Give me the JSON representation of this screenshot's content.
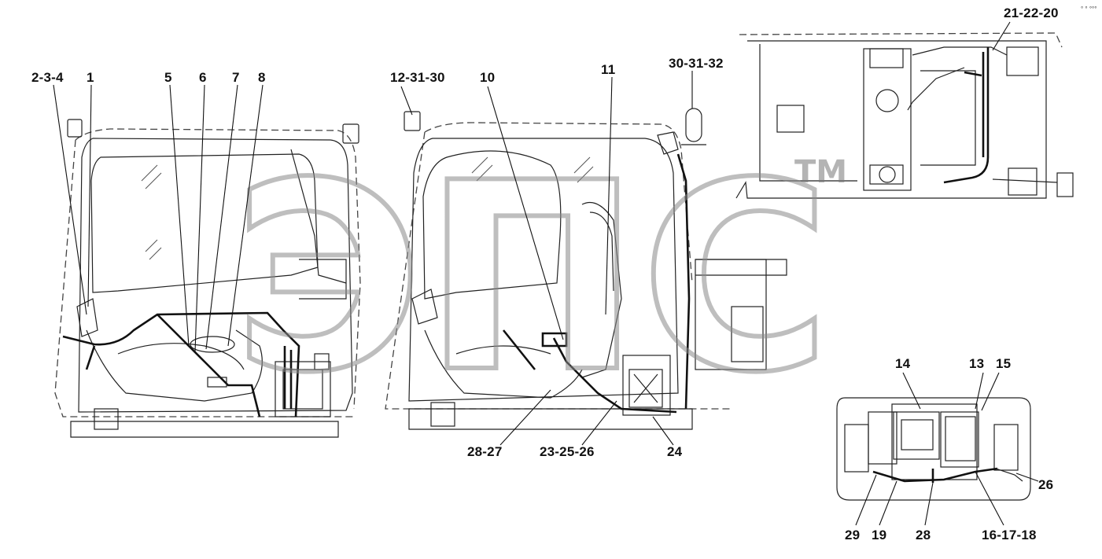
{
  "watermark": {
    "logo_text": "ЭПС",
    "tm": "TM"
  },
  "corner_mark": "° ° °°°",
  "callouts": {
    "c_2_3_4": "2-3-4",
    "c_1": "1",
    "c_5": "5",
    "c_6": "6",
    "c_7": "7",
    "c_8": "8",
    "c_12_31_30": "12-31-30",
    "c_10": "10",
    "c_11": "11",
    "c_30_31_32": "30-31-32",
    "c_21_22_20": "21-22-20",
    "c_14": "14",
    "c_13": "13",
    "c_15": "15",
    "c_26": "26",
    "c_28_27": "28-27",
    "c_23_25_26": "23-25-26",
    "c_24": "24",
    "c_29": "29",
    "c_19": "19",
    "c_28": "28",
    "c_16_17_18": "16-17-18"
  },
  "colors": {
    "line": "#222222",
    "watermark": "#8a8a8a"
  }
}
